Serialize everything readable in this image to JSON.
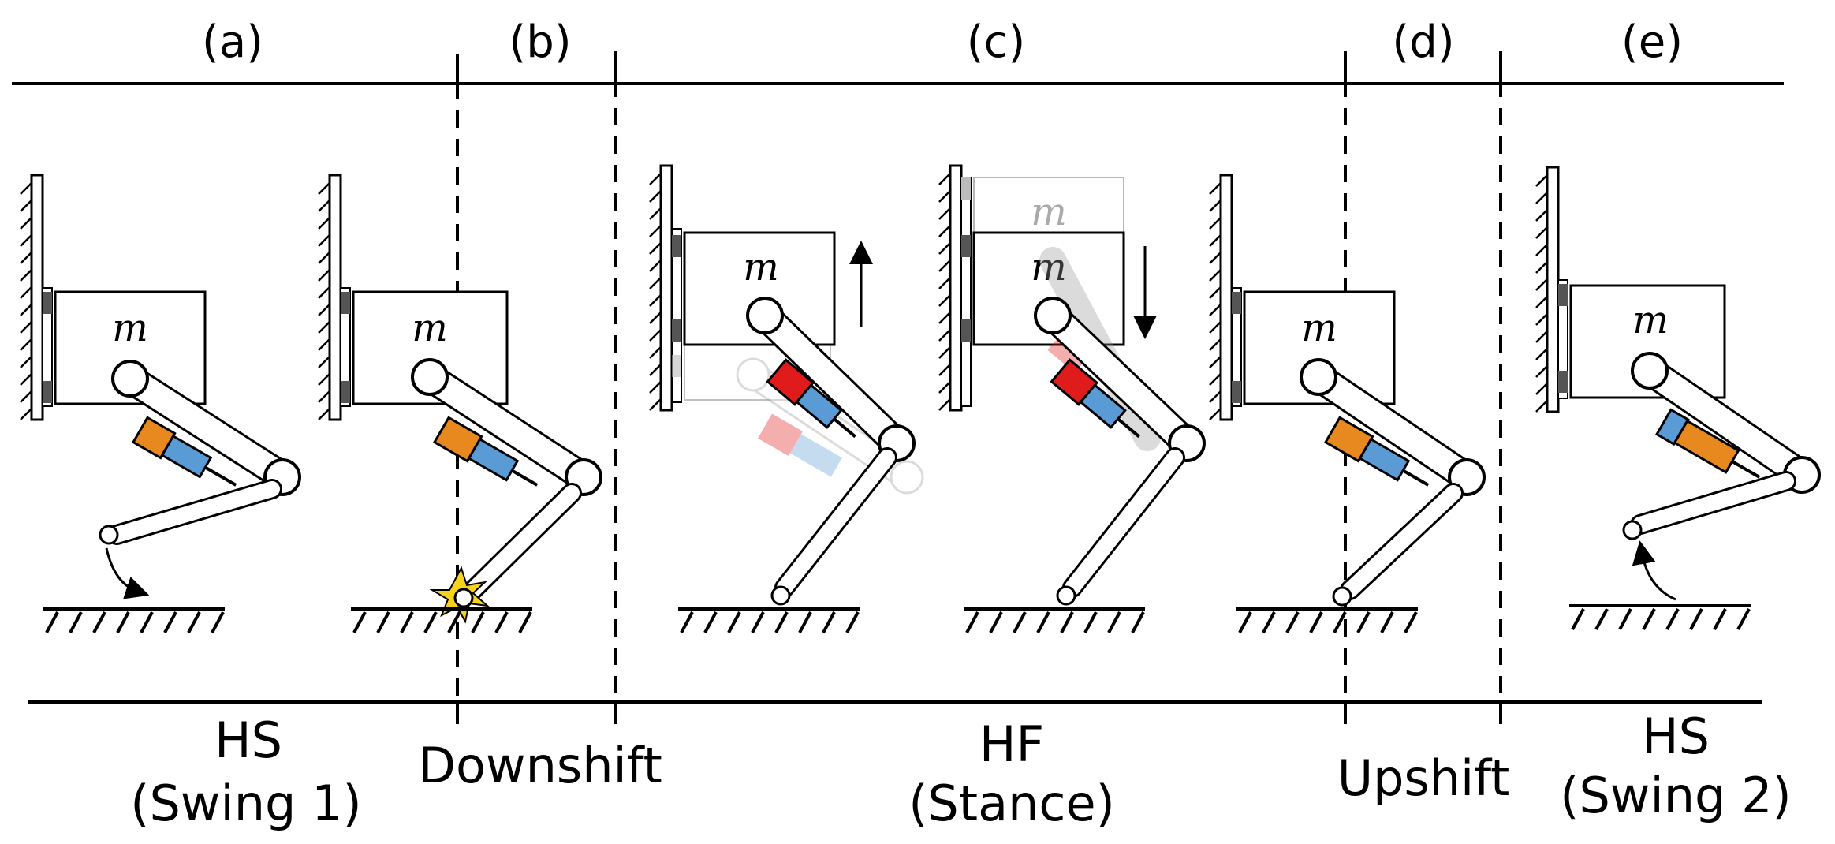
{
  "phases": [
    {
      "id": "a",
      "label": "(a)"
    },
    {
      "id": "b",
      "label": "(b)"
    },
    {
      "id": "c",
      "label": "(c)"
    },
    {
      "id": "d",
      "label": "(d)"
    },
    {
      "id": "e",
      "label": "(e)"
    }
  ],
  "bottom_labels": [
    {
      "id": "hs-swing1",
      "lines": [
        "HS",
        "(Swing 1)"
      ]
    },
    {
      "id": "downshift",
      "lines": [
        "Downshift"
      ]
    },
    {
      "id": "hf-stance",
      "lines": [
        "HF",
        "(Stance)"
      ]
    },
    {
      "id": "upshift",
      "lines": [
        "Upshift"
      ]
    },
    {
      "id": "hs-swing2",
      "lines": [
        "HS",
        "(Swing 2)"
      ]
    }
  ],
  "mass_symbol": "m",
  "colors": {
    "line": "#000000",
    "actuator_orange": "#e8891f",
    "actuator_red": "#e01b1b",
    "actuator_blue": "#5b9bd5",
    "impact_yellow": "#f7d21c",
    "ghost": "#999999"
  }
}
